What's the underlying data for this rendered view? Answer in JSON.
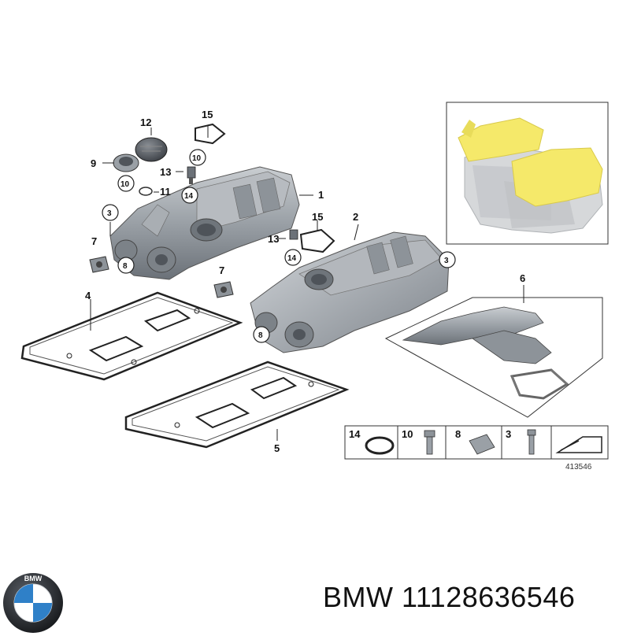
{
  "callouts": {
    "c1": "1",
    "c2": "2",
    "c3a": "3",
    "c3b": "3",
    "c4": "4",
    "c5": "5",
    "c6": "6",
    "c7a": "7",
    "c7b": "7",
    "c8a": "8",
    "c8b": "8",
    "c9": "9",
    "c10a": "10",
    "c10b": "10",
    "c11": "11",
    "c12": "12",
    "c13a": "13",
    "c13b": "13",
    "c14a": "14",
    "c14b": "14",
    "c15a": "15",
    "c15b": "15"
  },
  "legend": {
    "items": [
      "14",
      "10",
      "8",
      "3"
    ],
    "ref_number": "413546"
  },
  "brand": {
    "text": "BMW 11128636546",
    "logo_letters": "BMW"
  },
  "colors": {
    "part_fill": "#9aa0a6",
    "part_dark": "#6b7178",
    "highlight": "#f5e96a",
    "line": "#222222",
    "logo_blue": "#2f80c8"
  }
}
